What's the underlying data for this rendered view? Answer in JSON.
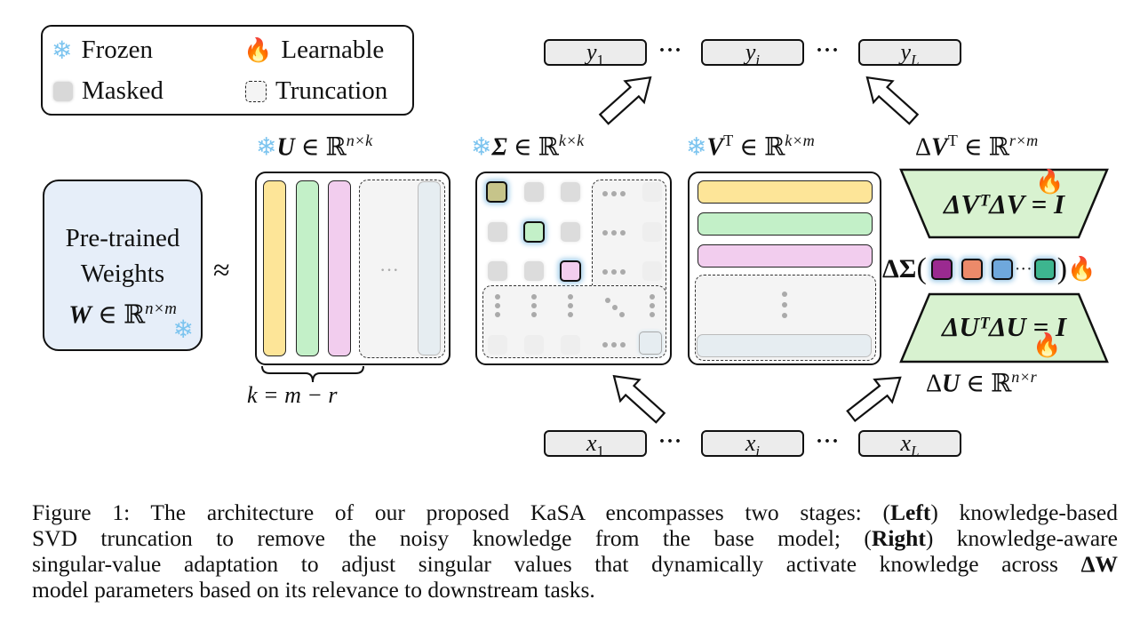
{
  "legend": {
    "frozen": {
      "icon": "snowflake-icon",
      "label": "Frozen"
    },
    "learnable": {
      "icon": "fire-icon",
      "label": "Learnable"
    },
    "masked": {
      "icon": "masked-swatch",
      "label": "Masked"
    },
    "truncation": {
      "icon": "truncation-swatch",
      "label": "Truncation"
    }
  },
  "pretrained": {
    "line1": "Pre-trained",
    "line2": "Weights",
    "symbol": "W",
    "relation": " ∈ ℝ",
    "dims": "n×m"
  },
  "approx_symbol": "≈",
  "U_matrix": {
    "symbol": "U",
    "relation": " ∈ ℝ",
    "dims": "n×k",
    "brace_label": "k = m − r",
    "ellipsis": "···"
  },
  "Sigma_matrix": {
    "symbol": "Σ",
    "relation": " ∈ ℝ",
    "dims": "k×k"
  },
  "VT_matrix": {
    "symbol": "V",
    "sup": "T",
    "relation": " ∈ ℝ",
    "dims": "k×m"
  },
  "delta_VT": {
    "label_prefix": "Δ",
    "symbol": "V",
    "sup": "T",
    "relation": " ∈ ℝ",
    "dims": "r×m",
    "constraint": "ΔVᵀΔV = I"
  },
  "delta_U": {
    "label_prefix": "Δ",
    "symbol": "U",
    "relation": " ∈ ℝ",
    "dims": "n×r",
    "constraint": "ΔUᵀΔU = I"
  },
  "delta_Sigma": {
    "label": "ΔΣ",
    "ellipsis": "···",
    "colors": [
      "#9b2a90",
      "#ec8a6a",
      "#6fa8dc",
      "#3db58f"
    ]
  },
  "outputs": {
    "tokens": [
      "y",
      "y",
      "y"
    ],
    "subs": [
      "1",
      "i",
      "L"
    ],
    "ellipsis": "···"
  },
  "inputs": {
    "tokens": [
      "x",
      "x",
      "x"
    ],
    "subs": [
      "1",
      "i",
      "L"
    ],
    "ellipsis": "···"
  },
  "colors": {
    "yellow": "#fde598",
    "green": "#c3f0c8",
    "pink": "#f2cdee",
    "olive": "#c6c48a",
    "blueish": "#e6edf1",
    "trap_green": "#d8f2d0",
    "pretrained_bg": "#e6eef9"
  },
  "caption": {
    "lines": [
      [
        "Figure 1: The architecture of our proposed KaSA encompasses two stages: (",
        "Left",
        ") knowledge-based"
      ],
      [
        "SVD truncation to remove the noisy knowledge from the base model; (",
        "Right",
        ") knowledge-aware"
      ],
      [
        "singular-value adaptation to adjust singular values that dynamically activate knowledge across ",
        "ΔW",
        ""
      ],
      [
        "model parameters based on its relevance to downstream tasks.",
        "",
        ""
      ]
    ]
  }
}
